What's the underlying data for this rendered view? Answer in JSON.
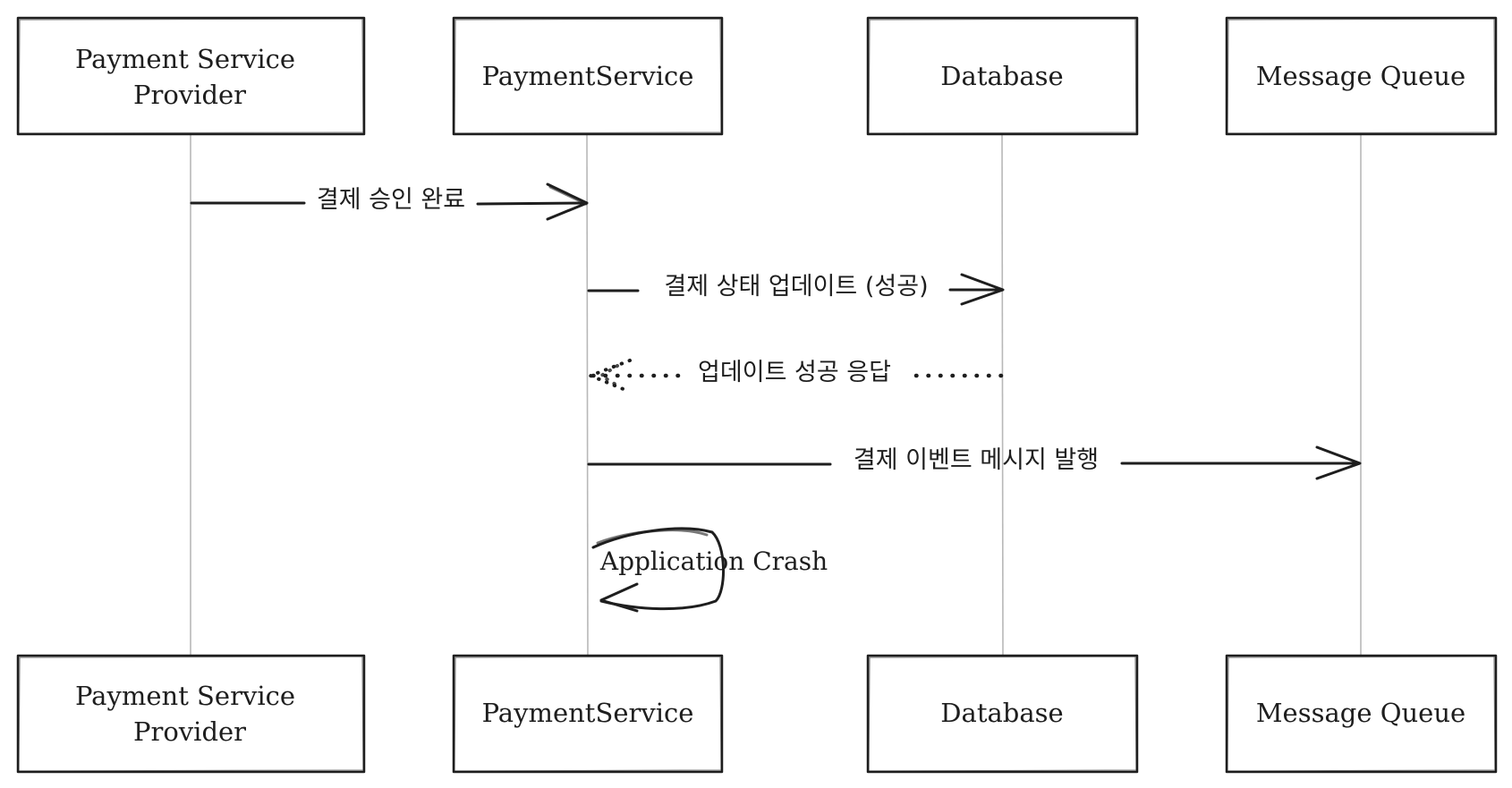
{
  "participants": [
    {
      "id": "psp",
      "lines": [
        "Payment Service",
        "Provider"
      ]
    },
    {
      "id": "payment_service",
      "lines": [
        "PaymentService"
      ]
    },
    {
      "id": "database",
      "lines": [
        "Database"
      ]
    },
    {
      "id": "message_queue",
      "lines": [
        "Message Queue"
      ]
    }
  ],
  "messages": [
    {
      "from": "Payment Service Provider",
      "to": "PaymentService",
      "label": "결제 승인 완료",
      "style": "solid"
    },
    {
      "from": "PaymentService",
      "to": "Database",
      "label": "결제 상태 업데이트 (성공)",
      "style": "solid"
    },
    {
      "from": "Database",
      "to": "PaymentService",
      "label": "업데이트 성공 응답",
      "style": "dotted"
    },
    {
      "from": "PaymentService",
      "to": "Message Queue",
      "label": "결제 이벤트 메시지 발행",
      "style": "solid"
    },
    {
      "from": "PaymentService",
      "to": "PaymentService",
      "label": "Application Crash",
      "style": "self"
    }
  ],
  "colors": {
    "ink": "#1e1e1e",
    "lifeline": "#b8b8b8",
    "background": "#ffffff"
  }
}
